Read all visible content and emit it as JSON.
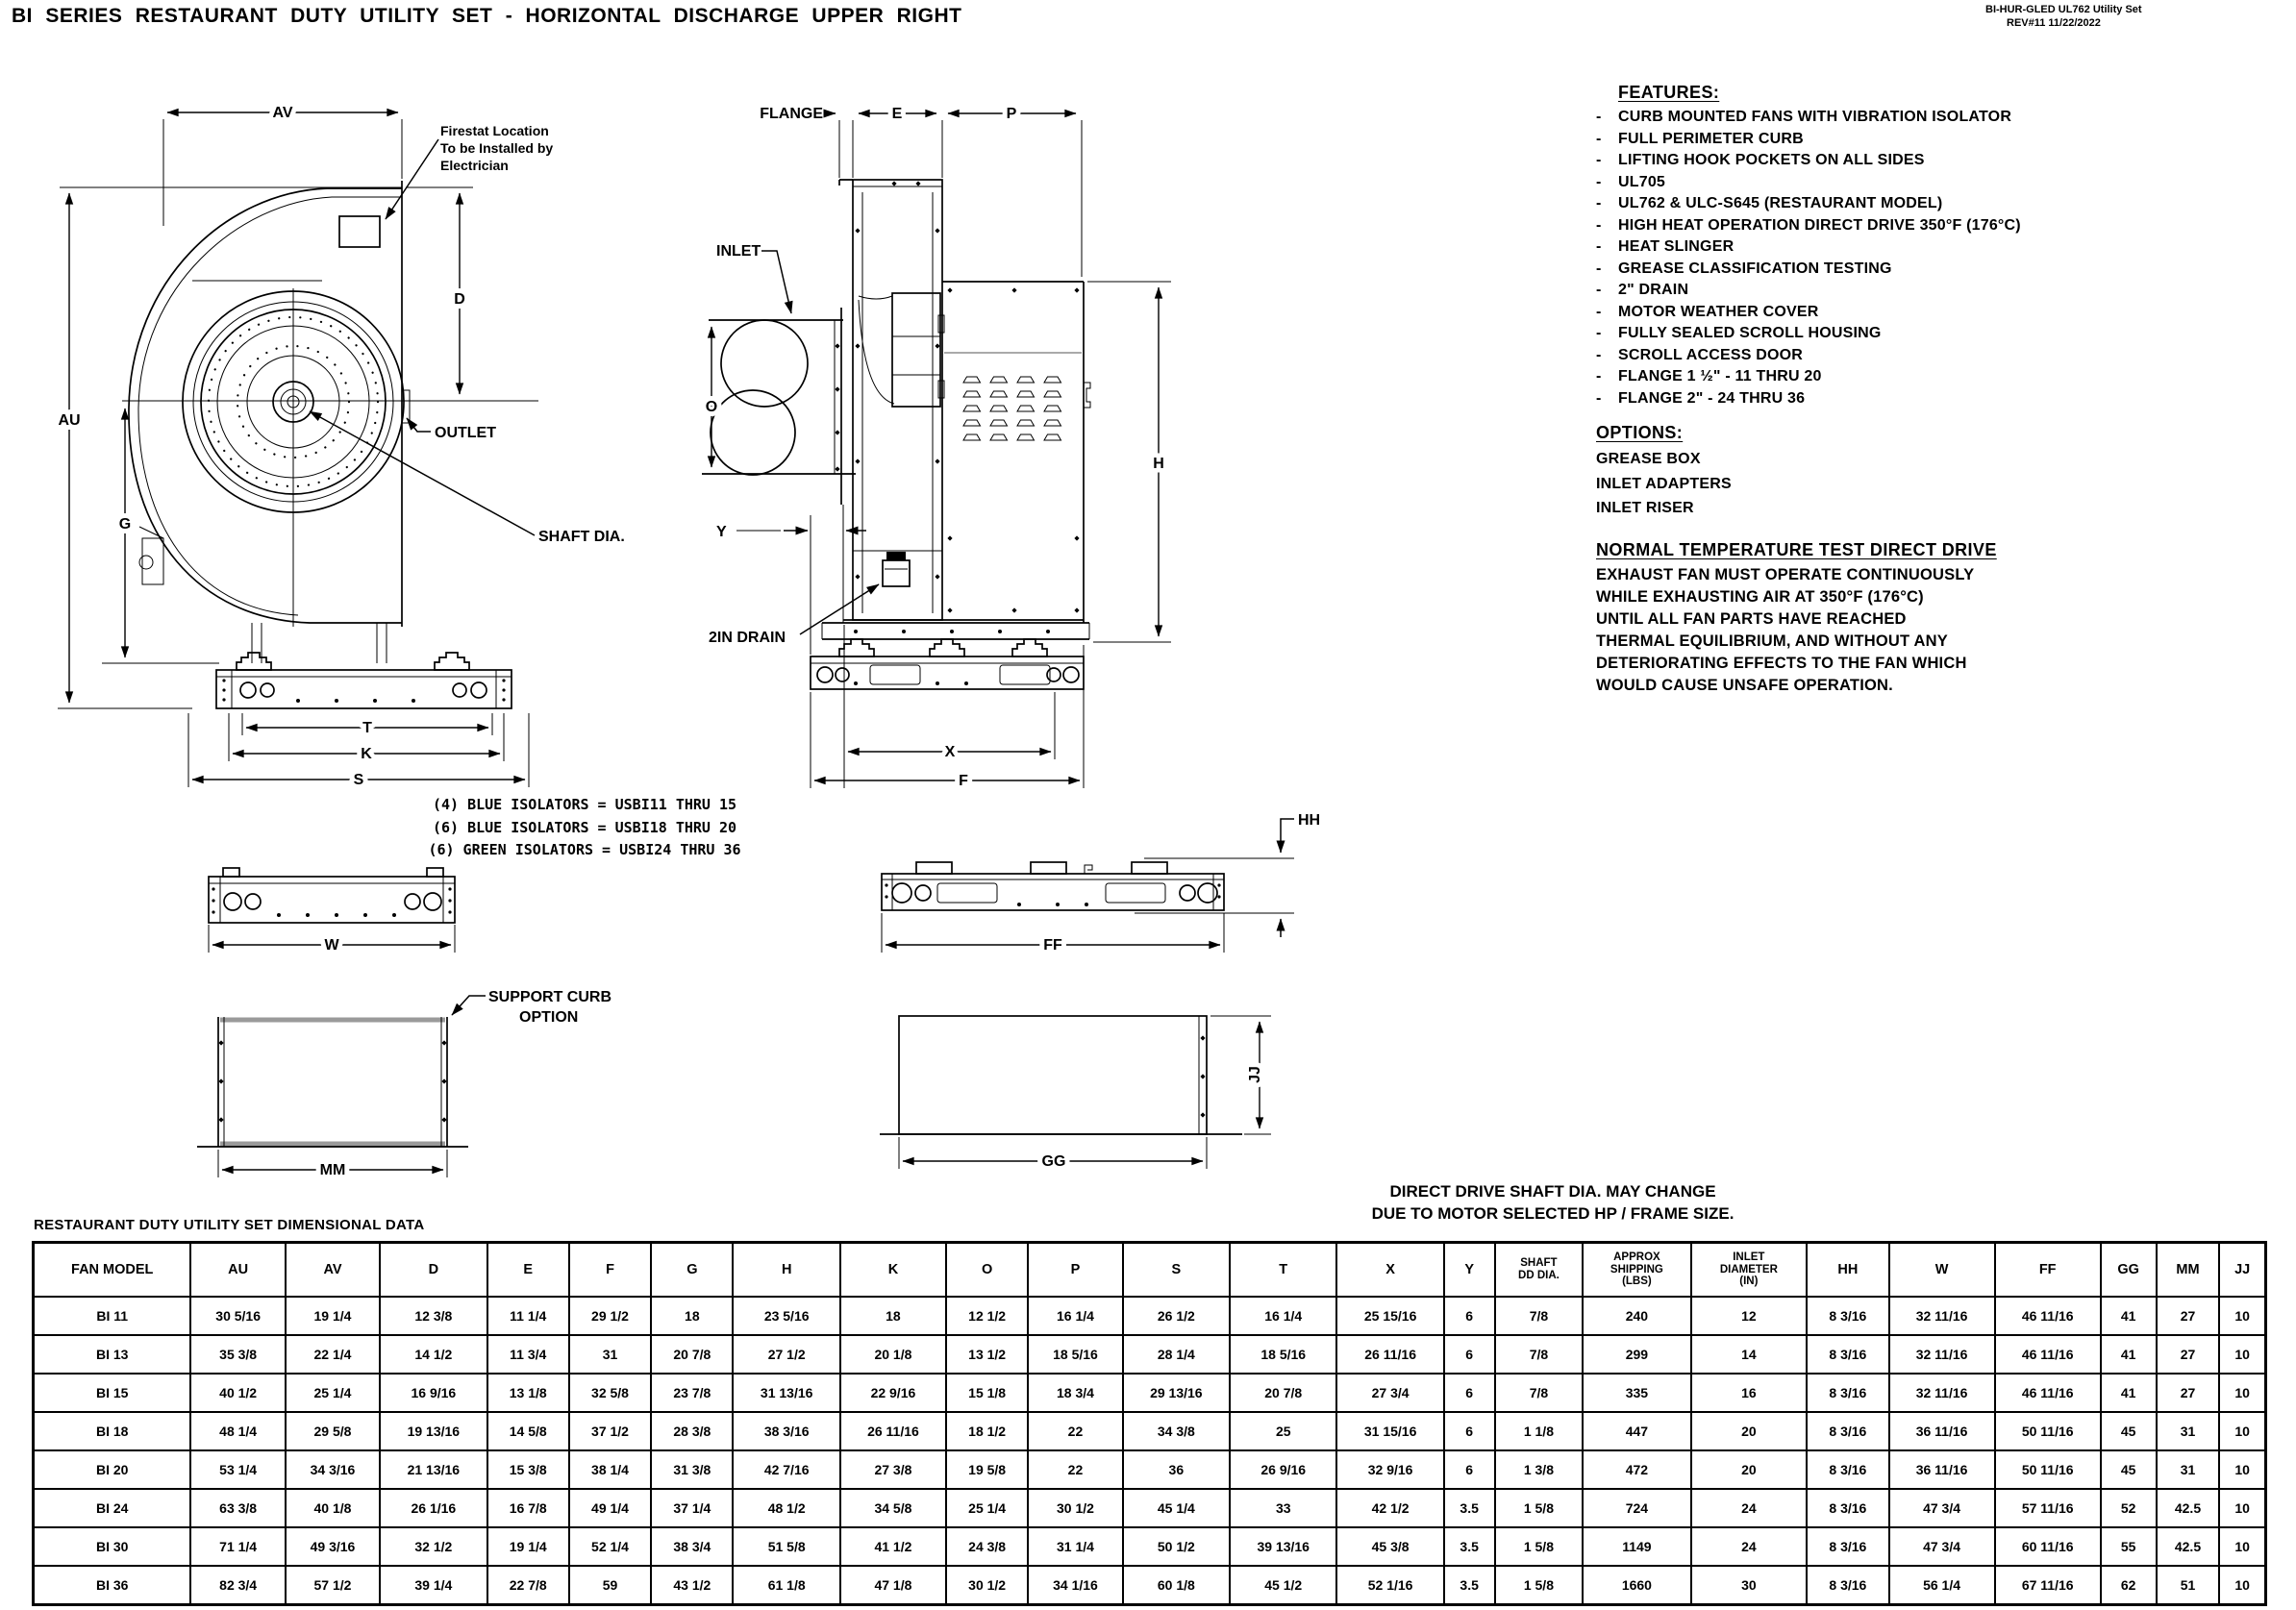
{
  "meta": {
    "title": "BI SERIES RESTAURANT DUTY UTILITY SET - HORIZONTAL DISCHARGE UPPER RIGHT",
    "doc_ref_line1": "BI-HUR-GLED UL762 Utility Set",
    "doc_ref_line2": "REV#11  11/22/2022"
  },
  "features": {
    "heading": "FEATURES:",
    "bullet": "-",
    "items": [
      "CURB MOUNTED FANS WITH VIBRATION ISOLATOR",
      "FULL PERIMETER CURB",
      "LIFTING HOOK POCKETS ON ALL SIDES",
      "UL705",
      "UL762 & ULC-S645 (RESTAURANT MODEL)",
      "HIGH HEAT OPERATION DIRECT DRIVE 350°F (176°C)",
      "HEAT SLINGER",
      "GREASE CLASSIFICATION TESTING",
      "2\" DRAIN",
      "MOTOR WEATHER COVER",
      "FULLY SEALED SCROLL HOUSING",
      "SCROLL ACCESS DOOR",
      "FLANGE 1 ½\" - 11 THRU 20",
      "FLANGE 2\" - 24 THRU 36"
    ]
  },
  "options": {
    "heading": "OPTIONS:",
    "items": [
      "GREASE BOX",
      "INLET ADAPTERS",
      "INLET RISER"
    ]
  },
  "normal_temp_test": {
    "heading": "NORMAL TEMPERATURE TEST DIRECT DRIVE",
    "lines": [
      "EXHAUST FAN MUST OPERATE CONTINUOUSLY",
      "WHILE EXHAUSTING AIR AT 350°F (176°C)",
      "UNTIL ALL FAN PARTS HAVE REACHED",
      "THERMAL EQUILIBRIUM, AND WITHOUT ANY",
      "DETERIORATING EFFECTS TO THE FAN WHICH",
      "WOULD CAUSE UNSAFE OPERATION."
    ]
  },
  "drawing": {
    "front": {
      "av": "AV",
      "au": "AU",
      "d": "D",
      "g": "G",
      "t": "T",
      "k": "K",
      "s": "S",
      "firestat_line1": "Firestat Location",
      "firestat_line2": "To be Installed by",
      "firestat_line3": "Electrician",
      "outlet": "OUTLET",
      "shaft": "SHAFT DIA."
    },
    "side": {
      "flange": "FLANGE",
      "e": "E",
      "p": "P",
      "o": "O",
      "h": "H",
      "y": "Y",
      "x": "X",
      "f": "F",
      "inlet": "INLET",
      "drain": "2IN DRAIN"
    },
    "curbs": {
      "w": "W",
      "mm": "MM",
      "hh": "HH",
      "ff": "FF",
      "gg": "GG",
      "jj": "JJ",
      "support_line1": "SUPPORT CURB",
      "support_line2": "OPTION"
    },
    "isolator_notes": [
      "(4) BLUE ISOLATORS = USBI11 THRU 15",
      "(6) BLUE ISOLATORS = USBI18 THRU 20",
      "(6) GREEN ISOLATORS = USBI24 THRU 36"
    ],
    "shaft_note_line1": "DIRECT DRIVE SHAFT DIA. MAY CHANGE",
    "shaft_note_line2": "DUE TO MOTOR SELECTED HP / FRAME SIZE."
  },
  "table": {
    "title": "RESTAURANT DUTY UTILITY SET DIMENSIONAL DATA",
    "columns": [
      "FAN MODEL",
      "AU",
      "AV",
      "D",
      "E",
      "F",
      "G",
      "H",
      "K",
      "O",
      "P",
      "S",
      "T",
      "X",
      "Y",
      "SHAFT\nDD DIA.",
      "APPROX\nSHIPPING\n(LBS)",
      "INLET\nDIAMETER\n(IN)",
      "HH",
      "W",
      "FF",
      "GG",
      "MM",
      "JJ"
    ],
    "rows": [
      [
        "BI 11",
        "30 5/16",
        "19 1/4",
        "12 3/8",
        "11 1/4",
        "29 1/2",
        "18",
        "23 5/16",
        "18",
        "12 1/2",
        "16 1/4",
        "26 1/2",
        "16 1/4",
        "25 15/16",
        "6",
        "7/8",
        "240",
        "12",
        "8 3/16",
        "32 11/16",
        "46 11/16",
        "41",
        "27",
        "10"
      ],
      [
        "BI 13",
        "35 3/8",
        "22 1/4",
        "14 1/2",
        "11 3/4",
        "31",
        "20 7/8",
        "27 1/2",
        "20 1/8",
        "13 1/2",
        "18 5/16",
        "28 1/4",
        "18 5/16",
        "26 11/16",
        "6",
        "7/8",
        "299",
        "14",
        "8 3/16",
        "32 11/16",
        "46 11/16",
        "41",
        "27",
        "10"
      ],
      [
        "BI 15",
        "40 1/2",
        "25 1/4",
        "16 9/16",
        "13 1/8",
        "32 5/8",
        "23 7/8",
        "31 13/16",
        "22 9/16",
        "15 1/8",
        "18 3/4",
        "29 13/16",
        "20 7/8",
        "27 3/4",
        "6",
        "7/8",
        "335",
        "16",
        "8 3/16",
        "32 11/16",
        "46 11/16",
        "41",
        "27",
        "10"
      ],
      [
        "BI 18",
        "48 1/4",
        "29 5/8",
        "19 13/16",
        "14 5/8",
        "37 1/2",
        "28 3/8",
        "38 3/16",
        "26 11/16",
        "18 1/2",
        "22",
        "34 3/8",
        "25",
        "31 15/16",
        "6",
        "1 1/8",
        "447",
        "20",
        "8 3/16",
        "36 11/16",
        "50 11/16",
        "45",
        "31",
        "10"
      ],
      [
        "BI 20",
        "53 1/4",
        "34 3/16",
        "21 13/16",
        "15 3/8",
        "38 1/4",
        "31 3/8",
        "42 7/16",
        "27 3/8",
        "19 5/8",
        "22",
        "36",
        "26 9/16",
        "32 9/16",
        "6",
        "1 3/8",
        "472",
        "20",
        "8 3/16",
        "36 11/16",
        "50 11/16",
        "45",
        "31",
        "10"
      ],
      [
        "BI 24",
        "63 3/8",
        "40 1/8",
        "26 1/16",
        "16 7/8",
        "49 1/4",
        "37 1/4",
        "48 1/2",
        "34 5/8",
        "25 1/4",
        "30 1/2",
        "45 1/4",
        "33",
        "42 1/2",
        "3.5",
        "1 5/8",
        "724",
        "24",
        "8 3/16",
        "47 3/4",
        "57 11/16",
        "52",
        "42.5",
        "10"
      ],
      [
        "BI 30",
        "71 1/4",
        "49 3/16",
        "32 1/2",
        "19 1/4",
        "52 1/4",
        "38 3/4",
        "51 5/8",
        "41 1/2",
        "24 3/8",
        "31 1/4",
        "50 1/2",
        "39 13/16",
        "45 3/8",
        "3.5",
        "1 5/8",
        "1149",
        "24",
        "8 3/16",
        "47 3/4",
        "60 11/16",
        "55",
        "42.5",
        "10"
      ],
      [
        "BI 36",
        "82 3/4",
        "57 1/2",
        "39 1/4",
        "22 7/8",
        "59",
        "43 1/2",
        "61 1/8",
        "47 1/8",
        "30 1/2",
        "34 1/16",
        "60 1/8",
        "45 1/2",
        "52 1/16",
        "3.5",
        "1 5/8",
        "1660",
        "30",
        "8 3/16",
        "56 1/4",
        "67 11/16",
        "62",
        "51",
        "10"
      ]
    ]
  }
}
